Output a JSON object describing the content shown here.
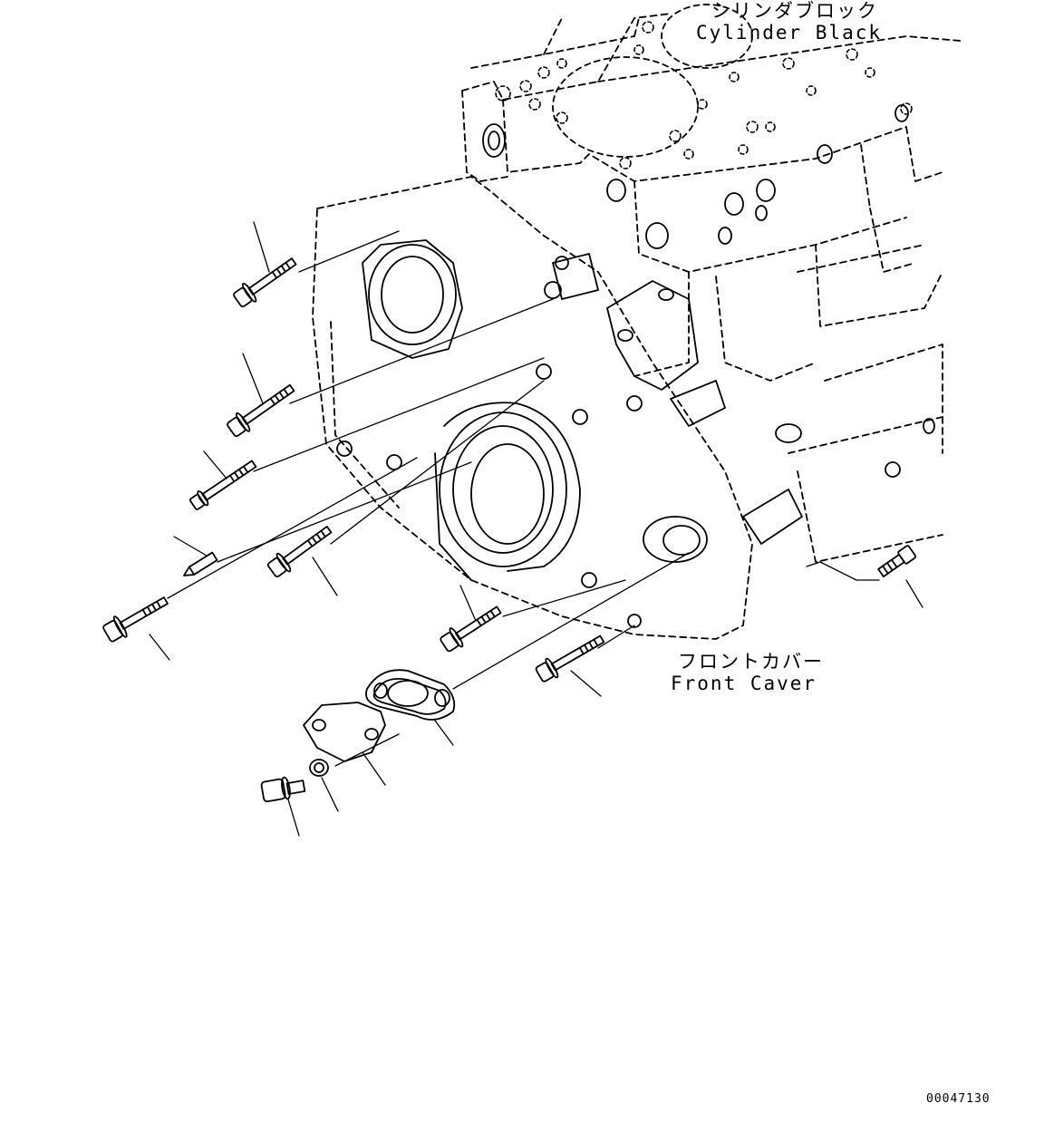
{
  "labels": {
    "cylinder_block_jp": "シリンダブロック",
    "cylinder_block_en": "Cylinder Black",
    "front_cover_jp": "フロントカバー",
    "front_cover_en": "Front Caver"
  },
  "document_number": "00047130",
  "colors": {
    "line": "#000000",
    "background": "#ffffff"
  }
}
